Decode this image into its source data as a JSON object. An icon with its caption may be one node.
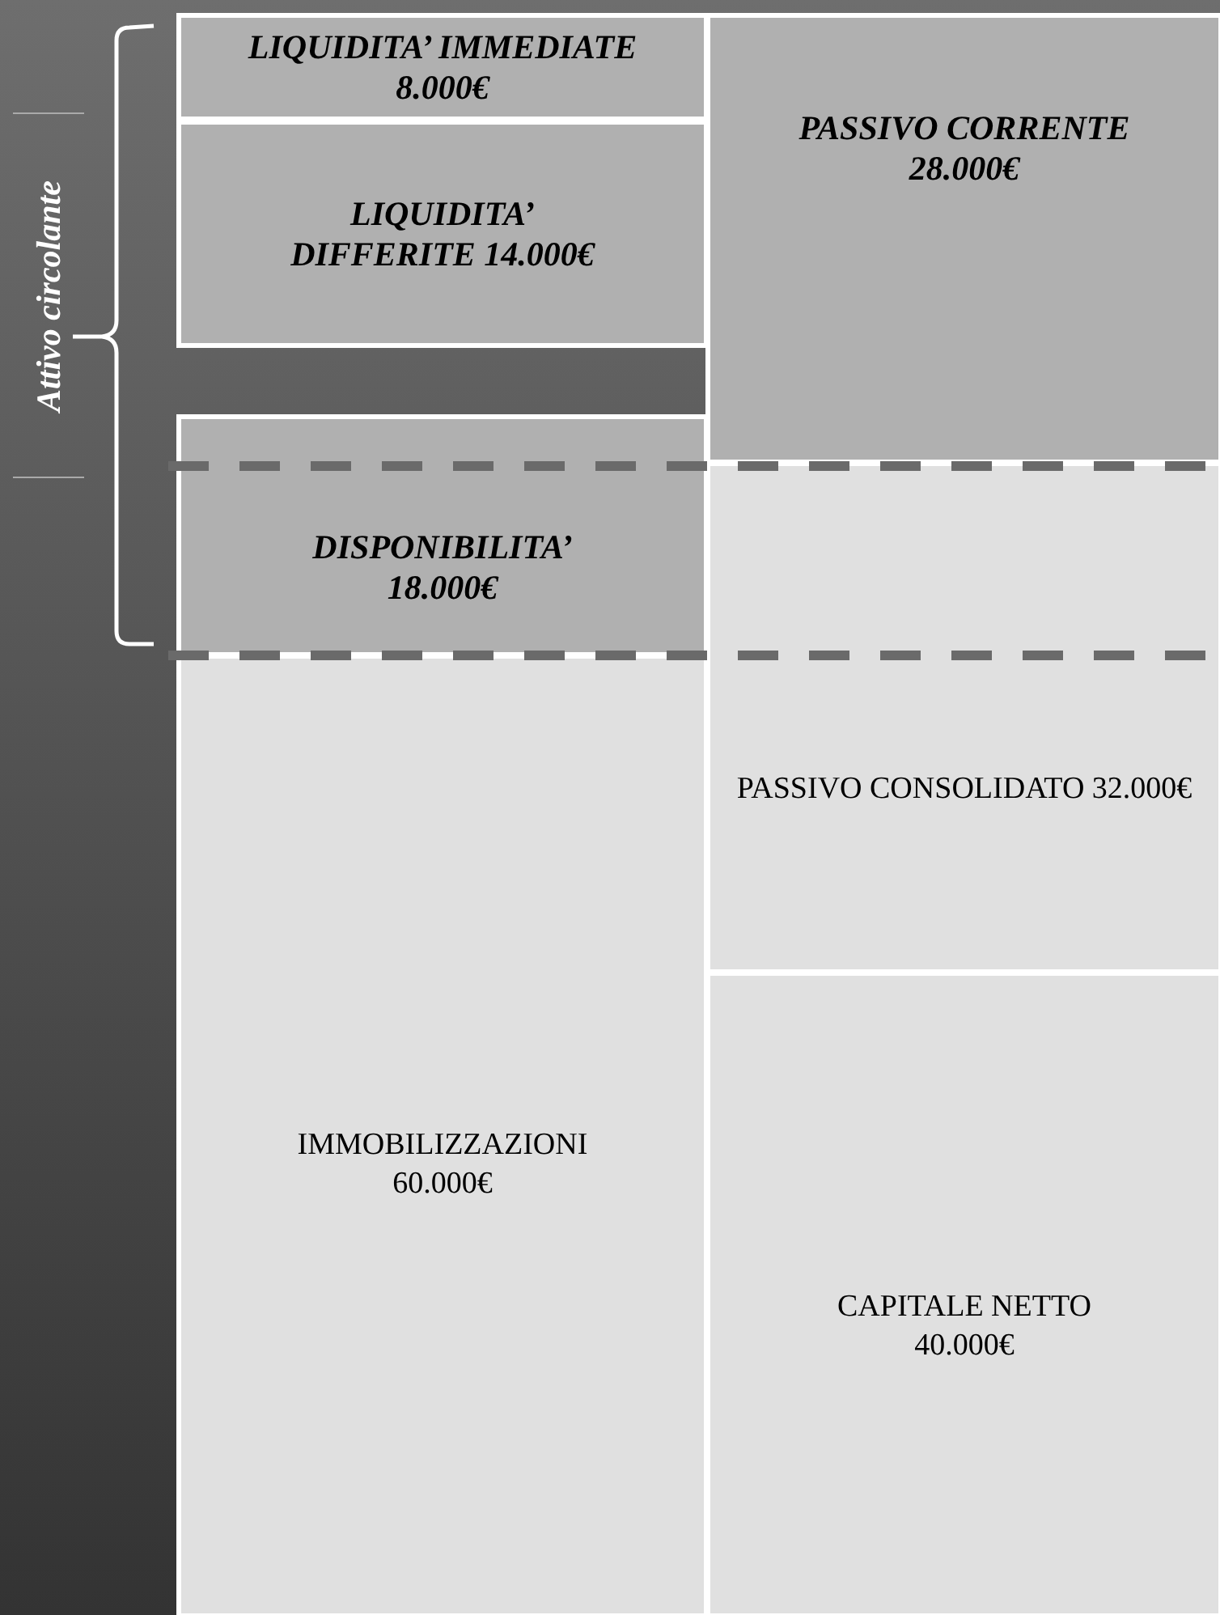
{
  "diagram": {
    "nodes": [
      {
        "text": [
          "LIQUIDITA’ IMMEDIATE 8.000€"
        ]
      },
      {
        "text": [
          "LIQUIDITA’ DIFFERITE 14.000€"
        ]
      },
      {
        "text": [
          "PASSIVO CORRENTE 28.000€"
        ]
      },
      {
        "text": [
          "DISPONIBILITA’ 18.000€"
        ]
      },
      {
        "text": [
          "IMMOBILIZZAZIONI 60.000€"
        ]
      },
      {
        "text": [
          "PASSIVO CONSOLIDATO 32.000€"
        ]
      },
      {
        "text": [
          "CAPITALE NETTO 40.000€"
        ]
      }
    ],
    "edges": [],
    "labels": [
      "Attivo circolante"
    ]
  }
}
